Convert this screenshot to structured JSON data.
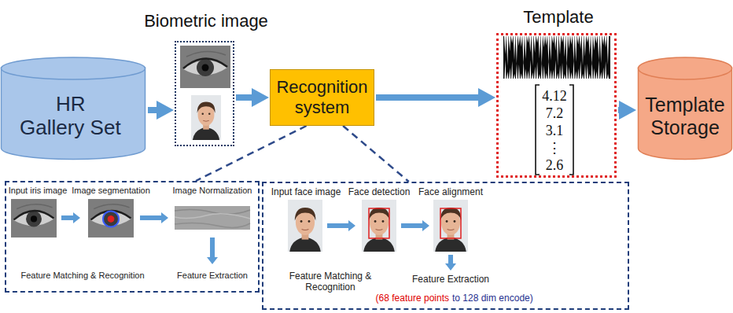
{
  "diagram": {
    "nodes": [
      {
        "text": [
          "HR Gallery Set"
        ]
      },
      {
        "text": [
          "Biometric image"
        ]
      },
      {
        "text": [
          "Recognition system"
        ]
      },
      {
        "text": [
          "Template",
          "4.12",
          "7.2",
          "3.1",
          "⋮",
          "2.6"
        ]
      },
      {
        "text": [
          "Template Storage"
        ]
      },
      {
        "text": [
          "Input iris image",
          "Image segmentation",
          "Image Normalization",
          "Feature Matching & Recognition",
          "Feature Extraction"
        ]
      },
      {
        "text": [
          "Input face image",
          "Face detection",
          "Face alignment",
          "Feature Matching & Recognition",
          "Feature Extraction",
          "(68 feature points",
          "to 128 dim encode)"
        ]
      }
    ],
    "edges": [
      {
        "from": 0,
        "to": 1,
        "arrow": "to"
      },
      {
        "from": 1,
        "to": 2,
        "arrow": "to"
      },
      {
        "from": 2,
        "to": 3,
        "arrow": "to"
      },
      {
        "from": 3,
        "to": 4,
        "arrow": "to"
      },
      {
        "from": 2,
        "to": 5,
        "arrow": "none"
      },
      {
        "from": 2,
        "to": 6,
        "arrow": "none"
      }
    ]
  }
}
